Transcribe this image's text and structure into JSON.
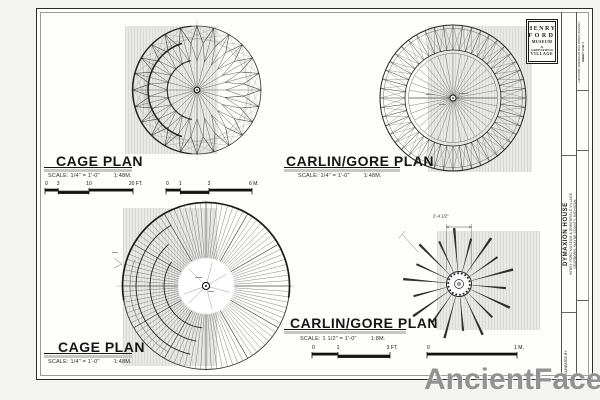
{
  "stamp": {
    "l1": "HENRY",
    "l2": "FORD",
    "l3": "MUSEUM",
    "l4": "&",
    "l5": "GREENFIELD",
    "l6": "VILLAGE"
  },
  "panels": {
    "cage_top": {
      "title": "CAGE PLAN",
      "scale": "SCALE: 1/4\" = 1'-0\"",
      "metric": "1:48M."
    },
    "carlin_top": {
      "title": "CARLIN/GORE PLAN",
      "scale": "SCALE: 1/4\" = 1'-0\"",
      "metric": "1:48M."
    },
    "cage_bottom": {
      "title": "CAGE PLAN",
      "scale": "SCALE: 1/4\" = 1'-0\"",
      "metric": "1:48M."
    },
    "carlin_bottom": {
      "title": "CARLIN/GORE PLAN",
      "scale": "SCALE: 1 1/2\" = 1'-0\"",
      "metric": "1:8M.",
      "dimension": "2'-4 1/2\""
    }
  },
  "scalebars": {
    "ft_large": {
      "ticks": [
        "0",
        "3",
        "10",
        "20"
      ],
      "unit": "FT."
    },
    "m_large": {
      "ticks": [
        "0",
        "1",
        "3",
        "6"
      ],
      "unit": "M."
    },
    "ft_small": {
      "ticks": [
        "0",
        "1",
        "3"
      ],
      "unit": "FT."
    },
    "m_small": {
      "ticks": [
        "0",
        "1"
      ],
      "unit": "M."
    }
  },
  "titleblock": {
    "survey": "HISTORIC AMERICAN BUILDINGS SURVEY",
    "sheet_no": "SHEET 3 OF 7",
    "structure": "DYMAXION HOUSE",
    "location1": "HENRY FORD MUSEUM & GREENFIELD VILLAGE",
    "location2": "DEARBORN, WAYNE COUNTY, MICHIGAN",
    "delineated": "DELINEATED BY:"
  },
  "watermark": "AncientFaces",
  "colors": {
    "paper": "#fdfdfc",
    "line": "#2b2b2b",
    "hatch": "#e0e0de",
    "titlebar": "#c7c7c5",
    "watermark_gray": "#7a7a7a"
  }
}
